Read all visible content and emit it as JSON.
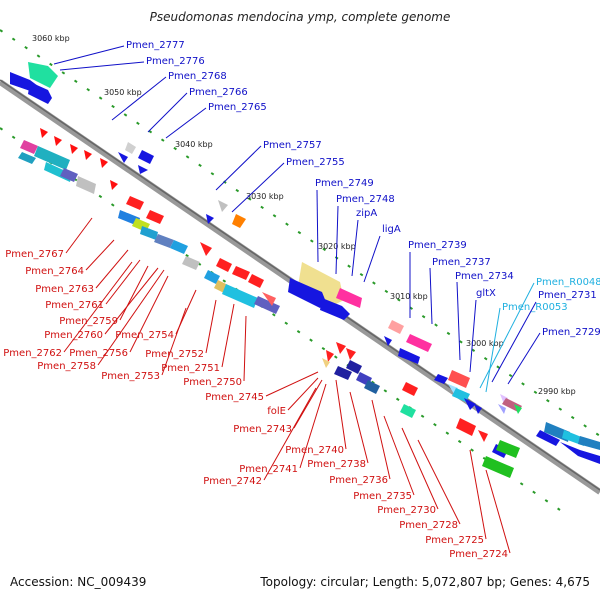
{
  "title": "Pseudomonas mendocina ymp, complete genome",
  "footer": {
    "accession": "Accession: NC_009439",
    "topology": "Topology: circular; Length: 5,072,807 bp; Genes: 4,675"
  },
  "ticks": [
    "3060 kbp",
    "3050 kbp",
    "3040 kbp",
    "3030 kbp",
    "3020 kbp",
    "3010 kbp",
    "3000 kbp",
    "2990 kbp"
  ],
  "labels_top": [
    "Pmen_2777",
    "Pmen_2776",
    "Pmen_2768",
    "Pmen_2766",
    "Pmen_2765",
    "Pmen_2757",
    "Pmen_2755",
    "Pmen_2749",
    "Pmen_2748",
    "zipA",
    "ligA",
    "Pmen_2739",
    "Pmen_2737",
    "Pmen_2734",
    "gltX",
    "Pmen_R0048",
    "Pmen_R0053",
    "Pmen_2731",
    "Pmen_2729"
  ],
  "labels_bottom": [
    "Pmen_2767",
    "Pmen_2764",
    "Pmen_2763",
    "Pmen_2761",
    "Pmen_2759",
    "Pmen_2760",
    "Pmen_2762",
    "Pmen_2756",
    "Pmen_2758",
    "Pmen_2754",
    "Pmen_2753",
    "Pmen_2752",
    "Pmen_2751",
    "Pmen_2750",
    "Pmen_2745",
    "folE",
    "Pmen_2743",
    "Pmen_2740",
    "Pmen_2741",
    "Pmen_2738",
    "Pmen_2742",
    "Pmen_2736",
    "Pmen_2735",
    "Pmen_2730",
    "Pmen_2728",
    "Pmen_2725",
    "Pmen_2724"
  ]
}
